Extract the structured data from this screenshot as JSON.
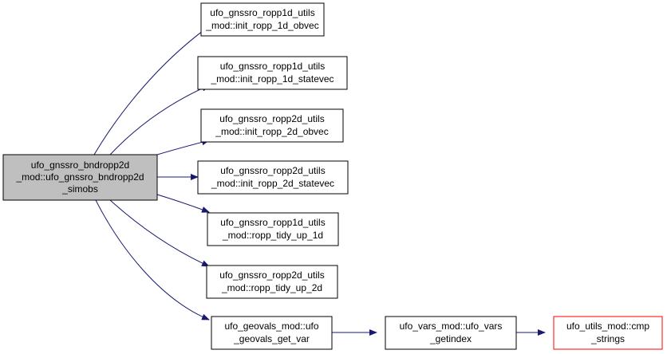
{
  "colors": {
    "edge": "#191970",
    "node_border": "#000000",
    "node_fill": "#ffffff",
    "focus_fill": "#bfbfbf",
    "truncated_border": "#ff0000"
  },
  "nodes": {
    "root": {
      "lines": [
        "ufo_gnssro_bndropp2d",
        "_mod::ufo_gnssro_bndropp2d",
        "_simobs"
      ]
    },
    "n1": {
      "lines": [
        "ufo_gnssro_ropp1d_utils",
        "_mod::init_ropp_1d_obvec"
      ]
    },
    "n2": {
      "lines": [
        "ufo_gnssro_ropp1d_utils",
        "_mod::init_ropp_1d_statevec"
      ]
    },
    "n3": {
      "lines": [
        "ufo_gnssro_ropp2d_utils",
        "_mod::init_ropp_2d_obvec"
      ]
    },
    "n4": {
      "lines": [
        "ufo_gnssro_ropp2d_utils",
        "_mod::init_ropp_2d_statevec"
      ]
    },
    "n5": {
      "lines": [
        "ufo_gnssro_ropp1d_utils",
        "_mod::ropp_tidy_up_1d"
      ]
    },
    "n6": {
      "lines": [
        "ufo_gnssro_ropp2d_utils",
        "_mod::ropp_tidy_up_2d"
      ]
    },
    "n7": {
      "lines": [
        "ufo_geovals_mod::ufo",
        "_geovals_get_var"
      ]
    },
    "n8": {
      "lines": [
        "ufo_vars_mod::ufo_vars",
        "_getindex"
      ]
    },
    "n9": {
      "lines": [
        "ufo_utils_mod::cmp",
        "_strings"
      ]
    }
  }
}
